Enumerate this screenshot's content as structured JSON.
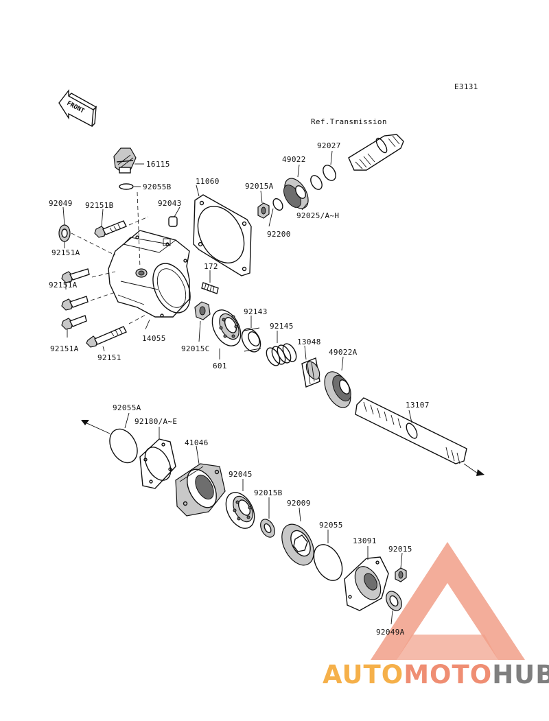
{
  "diagram": {
    "code": "E3131",
    "front_label": "FRONT",
    "ref_label": "Ref.Transmission",
    "parts": {
      "p16115": "16115",
      "p92055B": "92055B",
      "p11060": "11060",
      "p92049": "92049",
      "p92151B": "92151B",
      "p92043": "92043",
      "p92015A": "92015A",
      "p49022": "49022",
      "p92027": "92027",
      "p92025": "92025/A~H",
      "p92200": "92200",
      "p92151A_1": "92151A",
      "p92151A_2": "92151A",
      "p92151A_3": "92151A",
      "p172": "172",
      "p92143": "92143",
      "p92145": "92145",
      "p13048": "13048",
      "p49022A": "49022A",
      "p14055": "14055",
      "p92151": "92151",
      "p92015C": "92015C",
      "p601": "601",
      "p13107": "13107",
      "p92055A": "92055A",
      "p92180": "92180/A~E",
      "p41046": "41046",
      "p92045": "92045",
      "p92015B": "92015B",
      "p92009": "92009",
      "p92055": "92055",
      "p13091": "13091",
      "p92015": "92015",
      "p92049A": "92049A"
    }
  },
  "watermark": {
    "part1": "AUTO",
    "part2": "MOTO",
    "part3": "HUB",
    "colors": {
      "yellow": "#f5b04a",
      "salmon": "#ef8e73",
      "gray": "#7f7f7f"
    }
  }
}
